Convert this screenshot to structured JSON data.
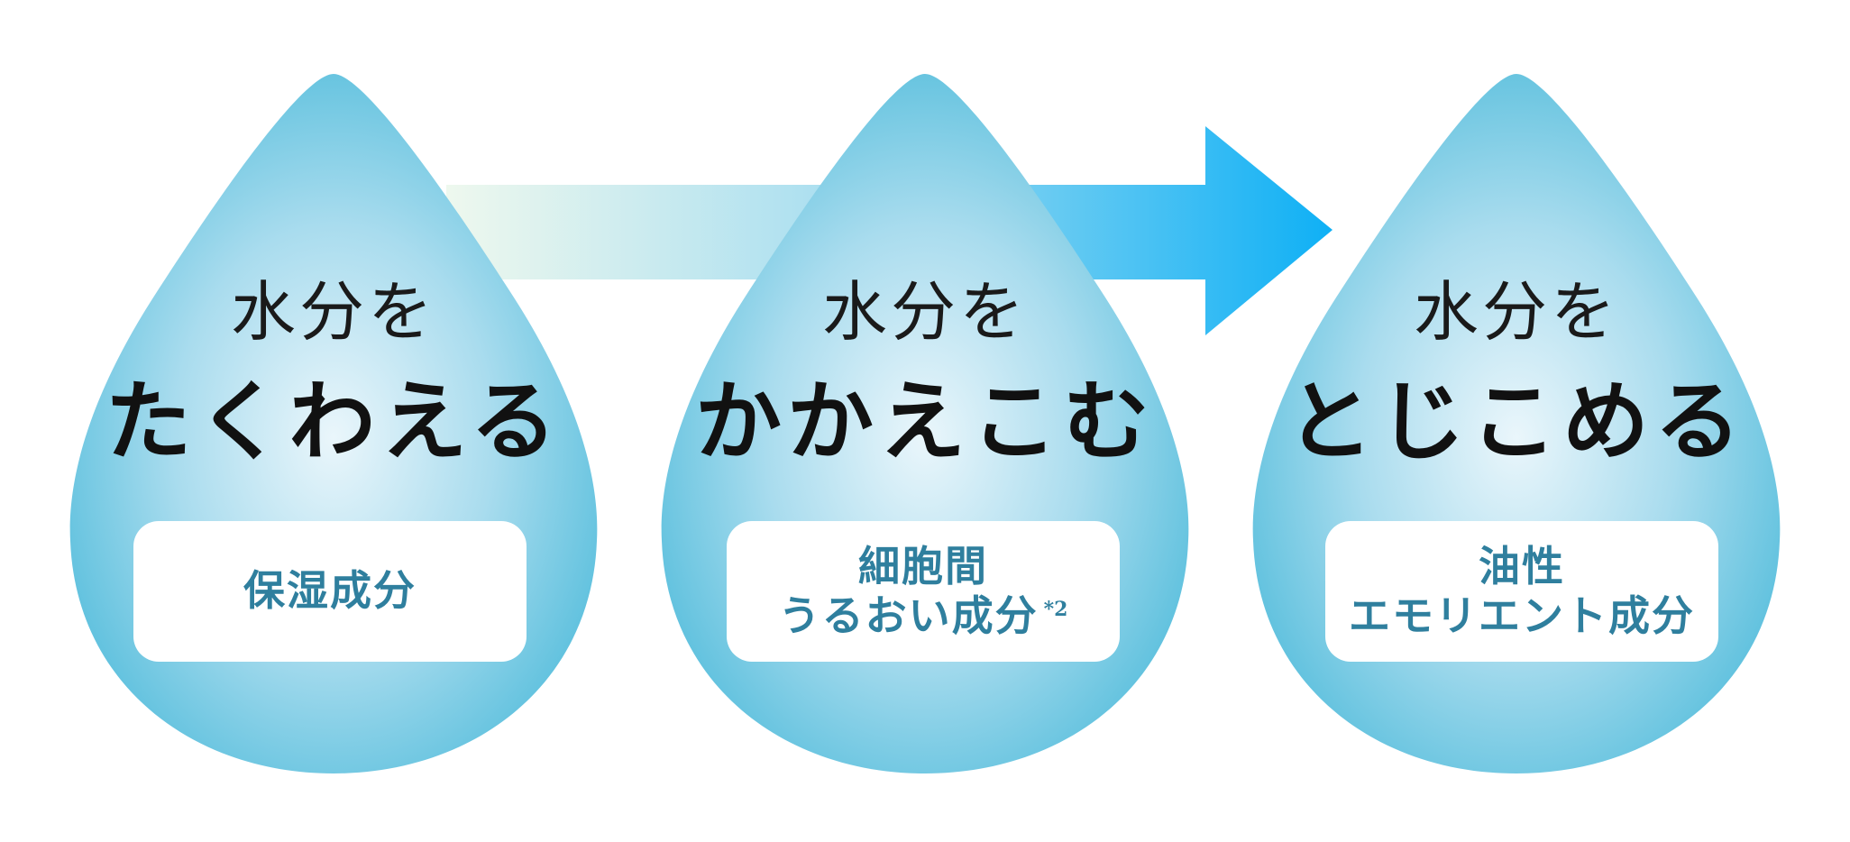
{
  "colors": {
    "drop_center": "#eaf6fb",
    "drop_edge": "#5fc1de",
    "highlight": "#f7f39a",
    "panel_text": "#2f7f9e",
    "arrow_start": "#eef8ee",
    "arrow_end": "#0fb0f5"
  },
  "steps": [
    {
      "line1": "水分を",
      "line2": "たくわえる",
      "panel_lines": [
        "保湿成分"
      ],
      "footnote": ""
    },
    {
      "line1": "水分を",
      "line2": "かかえこむ",
      "panel_lines": [
        "細胞間",
        "うるおい成分"
      ],
      "footnote": "*2"
    },
    {
      "line1": "水分を",
      "line2": "とじこめる",
      "panel_lines": [
        "油性",
        "エモリエント成分"
      ],
      "footnote": ""
    }
  ]
}
